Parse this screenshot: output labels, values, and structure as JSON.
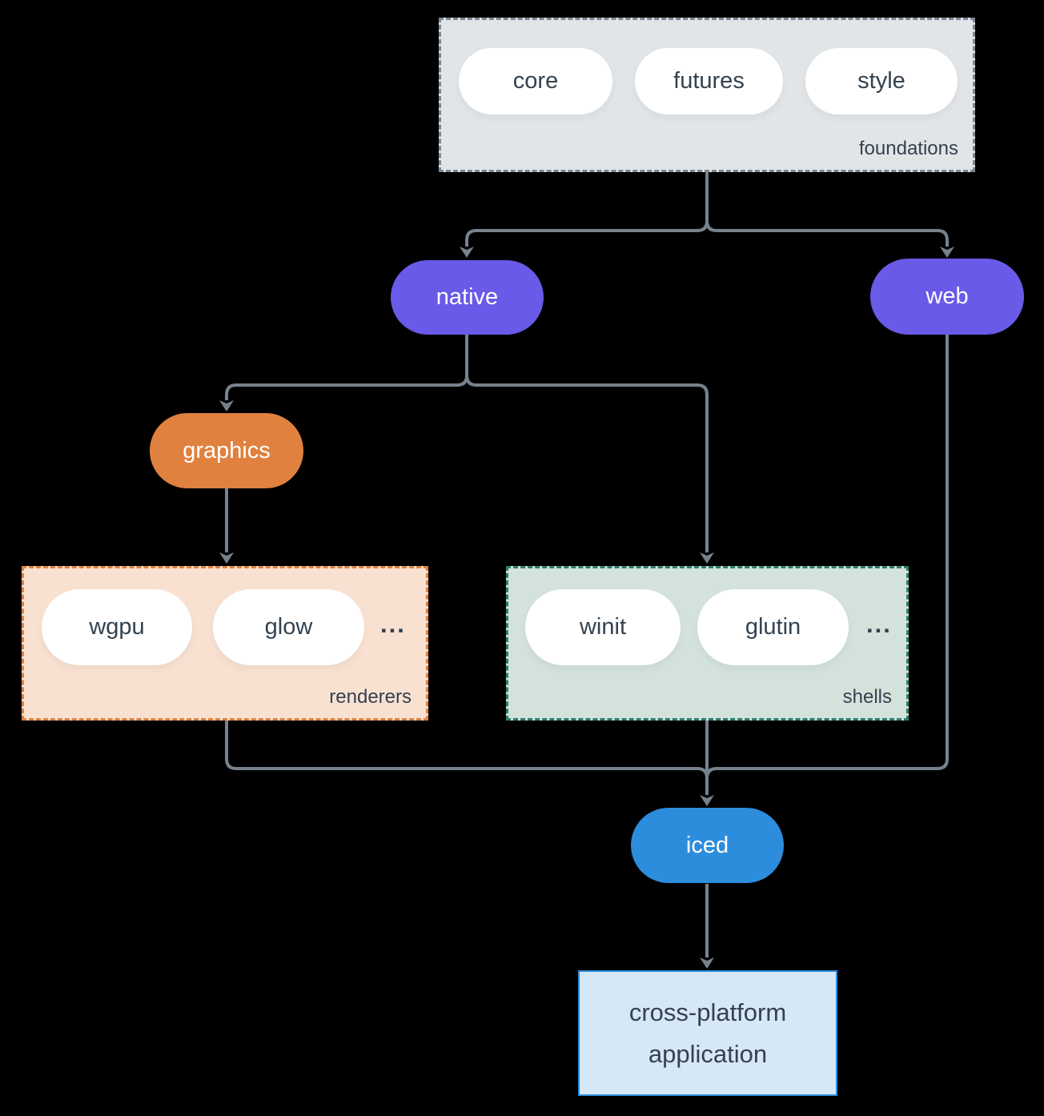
{
  "diagram": {
    "foundations": {
      "label": "foundations",
      "pills": [
        "core",
        "futures",
        "style"
      ]
    },
    "nodes": {
      "native": {
        "label": "native",
        "color": "#695ae8"
      },
      "web": {
        "label": "web",
        "color": "#695ae8"
      },
      "graphics": {
        "label": "graphics",
        "color": "#e0813f"
      },
      "iced": {
        "label": "iced",
        "color": "#2d8ddd"
      }
    },
    "renderers": {
      "label": "renderers",
      "pills": [
        "wgpu",
        "glow"
      ],
      "ellipsis": "..."
    },
    "shells": {
      "label": "shells",
      "pills": [
        "winit",
        "glutin"
      ],
      "ellipsis": "..."
    },
    "application": {
      "label": "cross-platform application",
      "fill": "#d6e7f8",
      "border": "#2d8ddd"
    },
    "colors": {
      "background": "#000000",
      "arrow": "#77828e",
      "text_dark": "#34424f",
      "pill_bg": "#ffffff",
      "foundations_fill": "#e1e5e8",
      "foundations_border": "#7b8794",
      "renderers_fill": "#f9e1d1",
      "renderers_border": "#e0813f",
      "shells_fill": "#d3e2db",
      "shells_border": "#2e7d6d"
    }
  }
}
